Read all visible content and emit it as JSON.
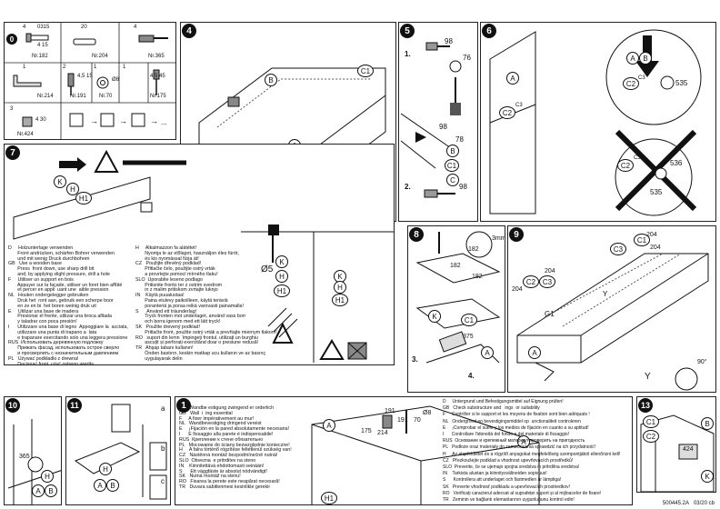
{
  "parts": {
    "p1": {
      "step": "0",
      "qty": "4",
      "code": "0315",
      "dims": "4  15",
      "ref": "Nr.182"
    },
    "p2": {
      "qty": "20",
      "ref": "Nr.204"
    },
    "p3": {
      "qty": "4",
      "ref": "Nr.365"
    },
    "p4": {
      "qty": "1",
      "ref": "Nr.214"
    },
    "p5": {
      "qty": "2",
      "dims": "4,5  15",
      "ref": "Nr.191"
    },
    "p6": {
      "qty": "1",
      "dims": "Ø8",
      "ref": "Nr.70"
    },
    "p7": {
      "qty": "1",
      "dims": "4,5  45",
      "ref": "Nr.175"
    },
    "p8": {
      "qty": "3",
      "dims": "4  30",
      "ref": "Nr.424"
    }
  },
  "steps": {
    "s4": {
      "num": "4",
      "labels": [
        "B",
        "C1",
        "A",
        "C"
      ]
    },
    "s5": {
      "num": "5",
      "labels": [
        "98",
        "76",
        "1.",
        "2.",
        "98",
        "98",
        "78",
        "B",
        "C1",
        "C"
      ]
    },
    "s6": {
      "num": "6",
      "labels": [
        "A",
        "B",
        "C2",
        "C3",
        "535",
        "C2",
        "C3",
        "536",
        "535",
        "C2",
        "C3"
      ]
    },
    "s7": {
      "num": "7",
      "labels": [
        "K",
        "H",
        "H1",
        "K",
        "H",
        "H1",
        "Ø5",
        "K",
        "H",
        "H1"
      ]
    },
    "s8": {
      "num": "8",
      "labels": [
        "182",
        "3mm",
        "182",
        "182",
        "K",
        "C1",
        "375",
        "A",
        "3.",
        "4."
      ]
    },
    "s9": {
      "num": "9",
      "labels": [
        "C1",
        "204",
        "C3",
        "204",
        "204",
        "C2",
        "C3",
        "204",
        "G1",
        "Y",
        "A",
        "Y",
        "90°"
      ]
    },
    "s10": {
      "num": "10",
      "labels": [
        "365",
        "H",
        "A",
        "B"
      ]
    },
    "s11": {
      "num": "11",
      "labels": [
        "a",
        "b",
        "c",
        "H",
        "A",
        "B"
      ]
    },
    "s12": {
      "num": "1",
      "labels": [
        "191",
        "191",
        "214",
        "70",
        "175",
        "Ø8",
        "A",
        "H1"
      ]
    },
    "s13": {
      "num": "13",
      "labels": [
        "C1",
        "C2",
        "424",
        "B",
        "K"
      ]
    }
  },
  "text7": {
    "lines": [
      "D     Holzunterlage verwenden",
      "       Front andrücken, schärfen Bohrer verwenden",
      "       und mit wenig Druck durchbohren",
      "GB   Use a wooden base",
      "       Press  front down, use sharp drill bit",
      "       and, by applying slight pressure, drill a hole",
      "F     Utiliser un support en bois",
      "       Appuyer sur la façade, utiliser un foret bien affûté",
      "       et percer en appli  uant une  aible pression",
      "NL   Houten ondergelegger gebruiken",
      "       Druk het  ront aan, gebruik een scherpe boor",
      "       en ze en bi  het boren weinig druk uit",
      "E     Utilizar una base de madera",
      "       Presionar el frente, utilizar una broca afilada",
      "       y taladrar con poca presión!",
      "I      Utilizzare una base di legno  Appoggiare la  acciata,",
      "       utilizzare una punta di trapano a  lata",
      "       e trapanare esercitando solo una leggera pressione",
      "RUS  Использовать деревянную подложку",
      "       Прижать фасад, использовать острое сверло",
      "       и просверлить с незначительным давлением",
      "PL   Używać podkładki z drewna!",
      "       Docisnąć front, użyć ostrego wiertła",
      "       i przewiercić, używając małej siły nacisku!"
    ],
    "lines2": [
      "H     Alkalmazzon fa alátétet!",
      "       Nyomja le az előlapot, használjon éles fúrót,",
      "       és kis nyomással fúrja át!",
      "CZ   Použijte dřevěný podklad!",
      "       Přitlačte čelo, použijte ostrý vrták",
      "       a provrtejte pomocí mírného tlaku!",
      "SLO  Uporabite leseno podlago",
      "       Pritisnite fronto ter z ostrim svedrom",
      "       in z malim pritiskom zvrtajte luknjo",
      "IN    Käytä puualustaa!",
      "       Paina etulevy paikoilleen, käytä teräviä",
      "       poranteriä ja poraa reikä varovasti painamalla!",
      "S      Använd ett träunderlag!",
      "       Tryck fronten mot underlaget, använd vass borr",
      "       och borra igenom med ett lätt tryck!",
      "SK   Použite drevený podklad!",
      "       Pritlačte front, použite ostrý vrták a prevŕtajte miernym tlakom!",
      "RO   suport din lemn  împingeți frontul, utilizați un burghiu",
      "       ascuțit și perforați exercitând doar o presiune redusă!",
      "TR   Ahşap tabanı kullanın!",
      "       Önden bastırın, keskin matkap ucu kullanın ve az basınç",
      "       uygulayarak delin"
    ]
  },
  "text12": {
    "lines": [
      "D     Wandbe estigung zwingend er orderlich",
      "GB   Wall  i  ing essential",
      "F     A fixer impérativement au mur!",
      "NL   Wandbevestiging dringend vereist",
      "E     ¡Fijación en la pared absolutamente necesaria!",
      "I      È fissaggio alla parete è indispensabile!",
      "RUS  Крепление к стене обязательно",
      "PL   Mocowanie do ściany bezwzględnie konieczne!",
      "H     A falra történő rögzítése feltétlenül szükség van!",
      "CZ   Nástěnná montáž bezpodmínečně nutná!",
      "SLO  Obvezna  e pritrditev na steno",
      "IN    Kiinnitettävä ehdottomasti seinään!",
      "S      Ett väggfäste är absolut nödvändigt!",
      "SK   Nutná montáž na stenu!",
      "RO   Fixarea la perete este neapărat necesară!",
      "TR   Duvara sabitlenmesi kesinlikle gerekir"
    ],
    "lines2": [
      "D     Untergrund und Befestigungsmittel auf Eignung prüfen!",
      "GB   Check substructure and   ings  or suitability",
      "F     Contrôler si le support et les moyens de fixation sont bien adéquats !",
      "NL   Ondergrond en bevestigingsmiddel op  unctionaliteit controleren",
      "E     ¡Comprobar el suelo y los medios de fijación en cuanto a su aptitud!",
      "I      Controllare l'idoneità del fondo e del materiale di fissaggio!",
      "RUS  Основание и крепежный материал проверить на пригодность",
      "PL   Podłoże oraz materiały do zamocowania sprawdzić na ich przydatność!",
      "H     Az alapfelületet és a rögzítő anyagokat megfelelőség szempontjából ellenőrizni kell!",
      "CZ   Přezkoušejte podklad a vhodnost upevňovacích prostředků!",
      "SLO  Preverite, če se ujemajo spojna sredstva in pritrdilna sredstva!",
      "IN    Tarkista alustan ja kiinnitysvälineiden sopivuus!",
      "S      Kontrollera att underlaget och fästmedlen är lämpliga!",
      "SK   Preverte vhodnosť podkladu a upevňovacích prostriedkov!",
      "RO   Verificați caracterul adecvat al suprafeței suport și al mijloacelor de fixare!",
      "TR   Zeminin ve bağlantı elemanlarının uygunluğunu kontrol edin!"
    ]
  },
  "footer": {
    "code": "500445.2A",
    "date": "03/20  cb"
  }
}
